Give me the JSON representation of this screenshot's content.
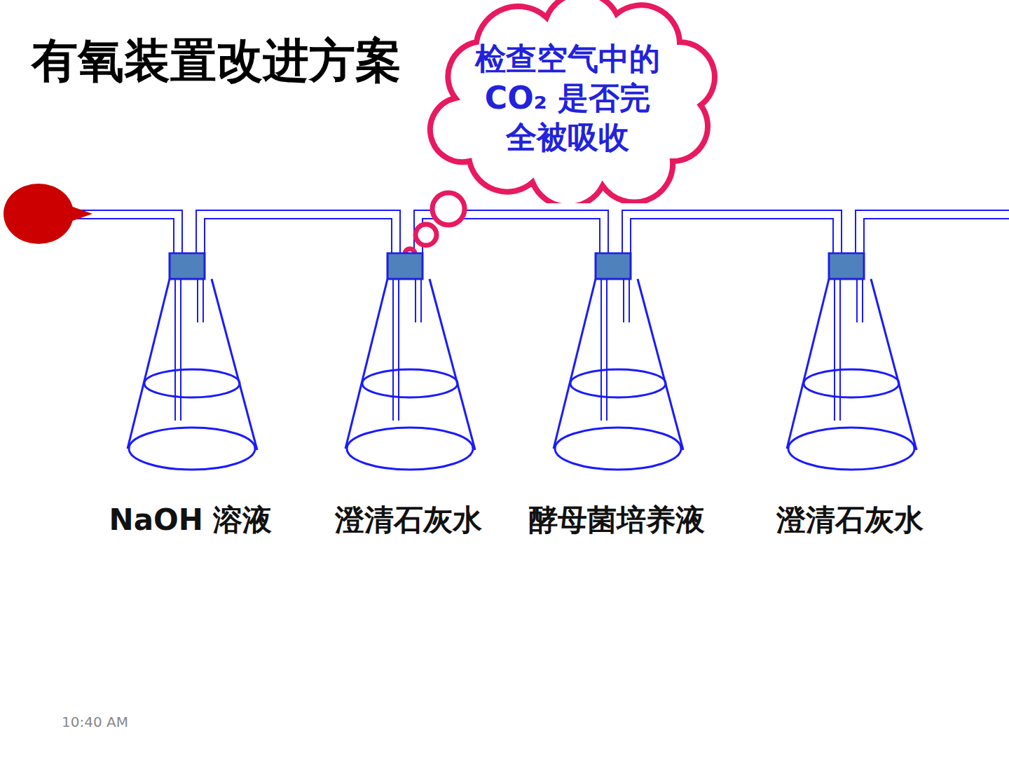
{
  "diagram": {
    "title": "有氧装置改进方案",
    "nodes": [
      {
        "text": [
          "检查空气中的 CO₂ 是否完全被吸收"
        ]
      },
      {
        "text": [
          "NaOH 溶液"
        ]
      },
      {
        "text": [
          "澄清石灰水"
        ]
      },
      {
        "text": [
          "酵母菌培养液"
        ]
      },
      {
        "text": [
          "澄清石灰水"
        ]
      }
    ],
    "edges": [
      {
        "from": 1,
        "to": 2,
        "arrow": "none"
      },
      {
        "from": 2,
        "to": 3,
        "arrow": "none"
      },
      {
        "from": 3,
        "to": 4,
        "arrow": "none"
      }
    ],
    "labels": [
      "10:40 AM"
    ]
  }
}
